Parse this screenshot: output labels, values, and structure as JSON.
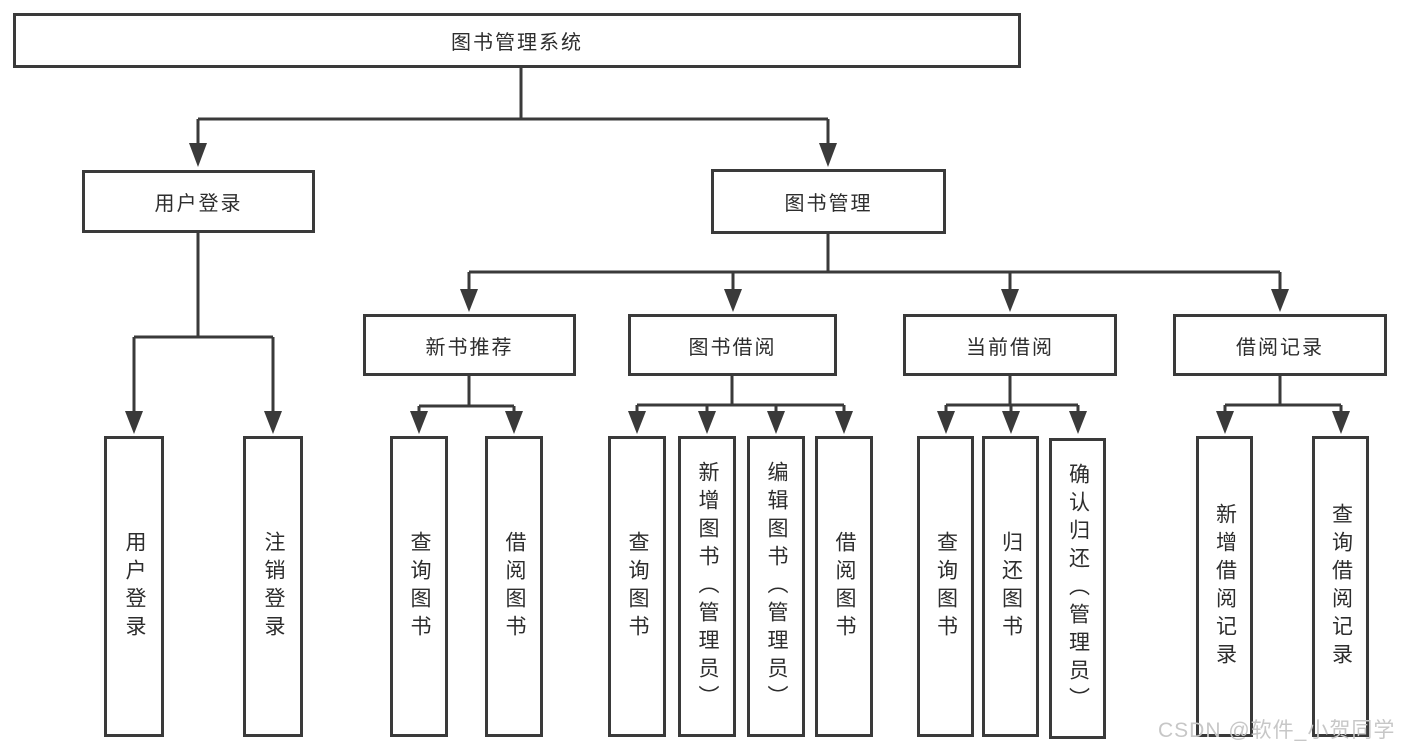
{
  "diagram": {
    "title": "图书管理系统",
    "watermark": "CSDN @软件_小贺同学",
    "user_login": {
      "label": "用户登录",
      "children": [
        {
          "label": "用户登录"
        },
        {
          "label": "注销登录"
        }
      ]
    },
    "book_mgmt": {
      "label": "图书管理",
      "sections": [
        {
          "label": "新书推荐",
          "children": [
            {
              "label": "查询图书"
            },
            {
              "label": "借阅图书"
            }
          ]
        },
        {
          "label": "图书借阅",
          "children": [
            {
              "label": "查询图书"
            },
            {
              "label": "新增图书（管理员）"
            },
            {
              "label": "编辑图书（管理员）"
            },
            {
              "label": "借阅图书"
            }
          ]
        },
        {
          "label": "当前借阅",
          "children": [
            {
              "label": "查询图书"
            },
            {
              "label": "归还图书"
            },
            {
              "label": "确认归还（管理员）"
            }
          ]
        },
        {
          "label": "借阅记录",
          "children": [
            {
              "label": "新增借阅记录"
            },
            {
              "label": "查询借阅记录"
            }
          ]
        }
      ]
    }
  }
}
